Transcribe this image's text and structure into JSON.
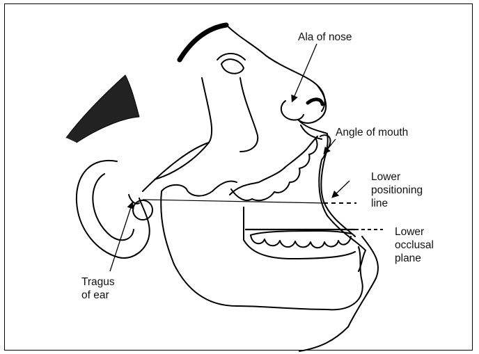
{
  "labels": {
    "ala_of_nose": "Ala of nose",
    "angle_of_mouth": "Angle of mouth",
    "lower_positioning_line": "Lower\npositioning\nline",
    "lower_occlusal_plane": "Lower\nocclusal\nplane",
    "tragus_of_ear": "Tragus\nof ear"
  },
  "colors": {
    "stroke": "#000000",
    "background": "#ffffff"
  }
}
